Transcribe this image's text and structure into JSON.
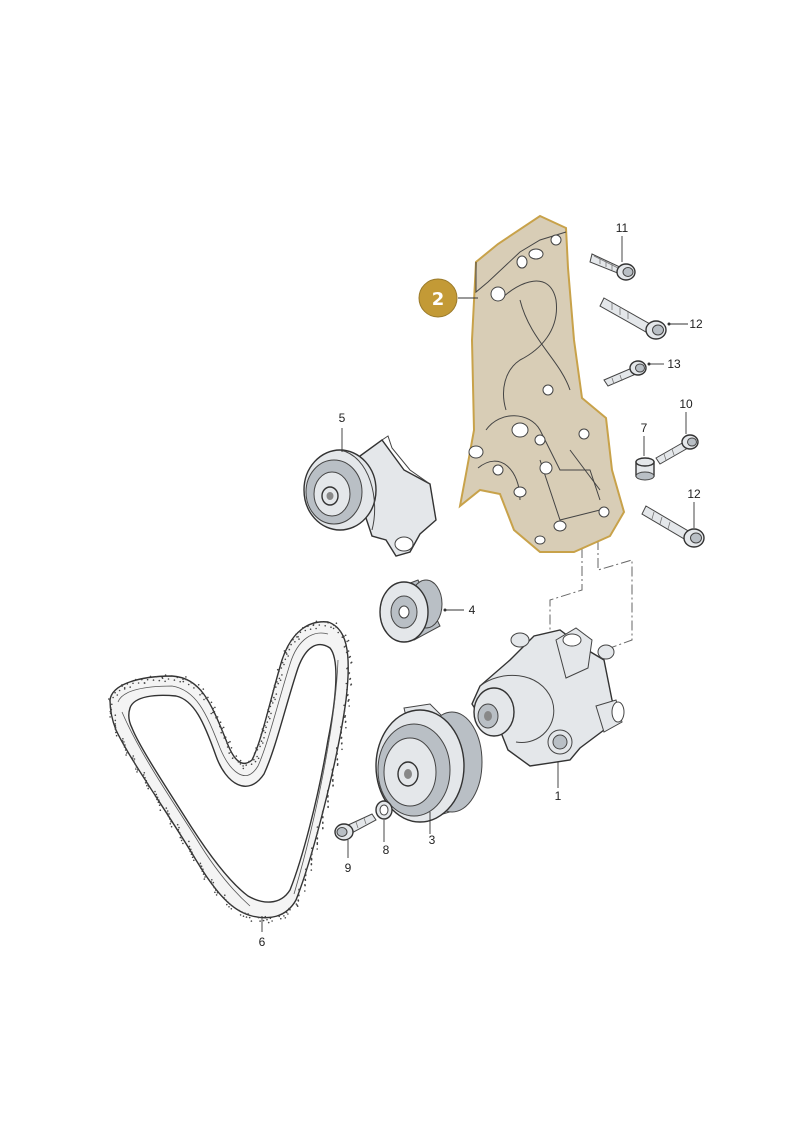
{
  "colors": {
    "highlight_fill": "#d8cdb6",
    "highlight_edge": "#c8a24a",
    "callout_fill": "#c39a36",
    "part_fill": "#e4e7ea",
    "part_shade": "#b9bfc5",
    "belt_dots": "#444444"
  },
  "callout": {
    "label": "2",
    "target": "support-bracket"
  },
  "parts": [
    {
      "id": "p1",
      "label": "1",
      "name": "power-steering-pump"
    },
    {
      "id": "p3",
      "label": "3",
      "name": "pulley"
    },
    {
      "id": "p4",
      "label": "4",
      "name": "idler-roller"
    },
    {
      "id": "p5",
      "label": "5",
      "name": "belt-tensioner"
    },
    {
      "id": "p6",
      "label": "6",
      "name": "poly-v-belt"
    },
    {
      "id": "p7",
      "label": "7",
      "name": "spacer-sleeve"
    },
    {
      "id": "p8",
      "label": "8",
      "name": "washer"
    },
    {
      "id": "p9",
      "label": "9",
      "name": "pulley-bolt"
    },
    {
      "id": "p10",
      "label": "10",
      "name": "bolt"
    },
    {
      "id": "p11",
      "label": "11",
      "name": "bolt-top"
    },
    {
      "id": "p12a",
      "label": "12",
      "name": "long-bolt-upper"
    },
    {
      "id": "p12b",
      "label": "12",
      "name": "long-bolt-lower"
    },
    {
      "id": "p13",
      "label": "13",
      "name": "bolt-middle"
    }
  ]
}
